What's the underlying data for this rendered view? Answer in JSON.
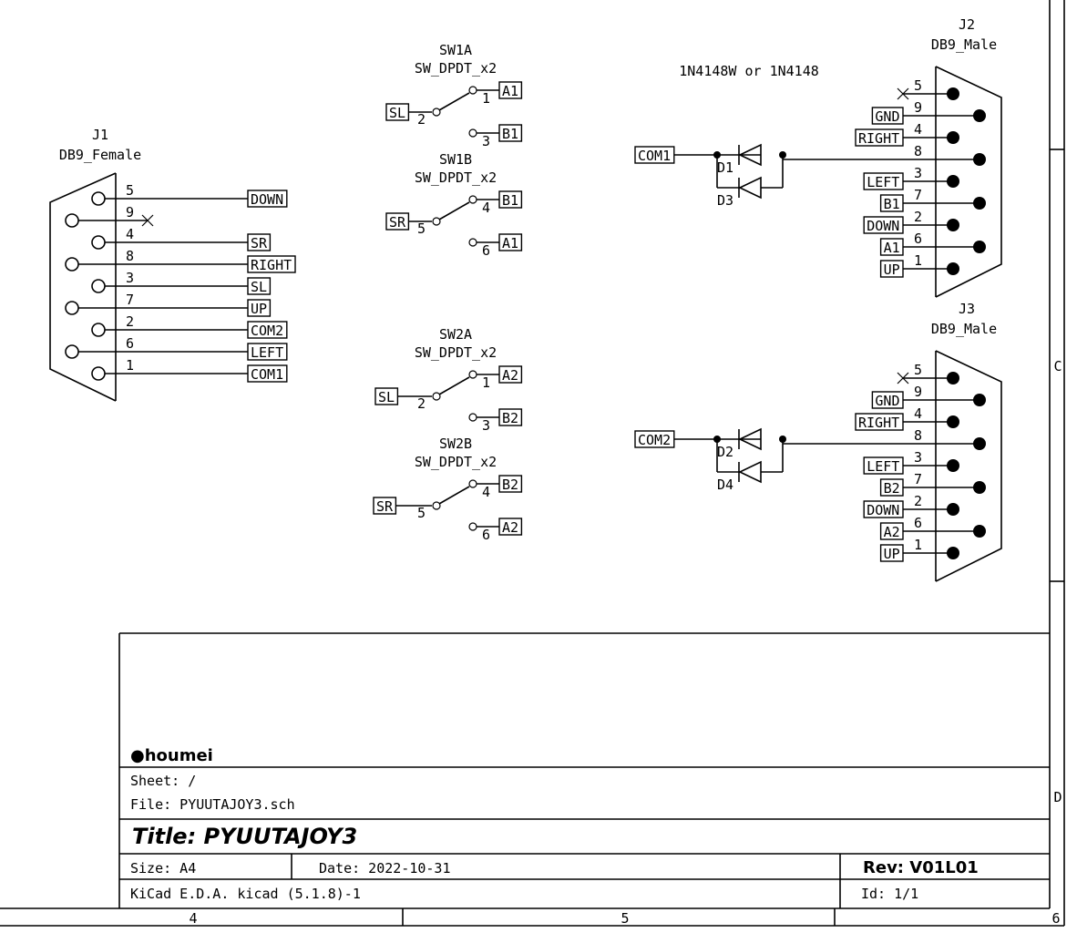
{
  "schematic": {
    "j1": {
      "ref": "J1",
      "value": "DB9_Female",
      "pins": [
        {
          "num": "5",
          "net": "DOWN"
        },
        {
          "num": "9",
          "net": null,
          "no_connect": true
        },
        {
          "num": "4",
          "net": "SR"
        },
        {
          "num": "8",
          "net": "RIGHT"
        },
        {
          "num": "3",
          "net": "SL"
        },
        {
          "num": "7",
          "net": "UP"
        },
        {
          "num": "2",
          "net": "COM2"
        },
        {
          "num": "6",
          "net": "LEFT"
        },
        {
          "num": "1",
          "net": "COM1"
        }
      ]
    },
    "switches": [
      {
        "ref": "SW1A",
        "value": "SW_DPDT_x2",
        "common": {
          "num": "2",
          "net": "SL"
        },
        "a": {
          "num": "1",
          "net": "A1"
        },
        "b": {
          "num": "3",
          "net": "B1"
        }
      },
      {
        "ref": "SW1B",
        "value": "SW_DPDT_x2",
        "common": {
          "num": "5",
          "net": "SR"
        },
        "a": {
          "num": "4",
          "net": "B1"
        },
        "b": {
          "num": "6",
          "net": "A1"
        }
      },
      {
        "ref": "SW2A",
        "value": "SW_DPDT_x2",
        "common": {
          "num": "2",
          "net": "SL"
        },
        "a": {
          "num": "1",
          "net": "A2"
        },
        "b": {
          "num": "3",
          "net": "B2"
        }
      },
      {
        "ref": "SW2B",
        "value": "SW_DPDT_x2",
        "common": {
          "num": "5",
          "net": "SR"
        },
        "a": {
          "num": "4",
          "net": "B2"
        },
        "b": {
          "num": "6",
          "net": "A2"
        }
      }
    ],
    "diode_note": "1N4148W or 1N4148",
    "diode_groups": [
      {
        "net": "COM1",
        "diodes": [
          "D1",
          "D3"
        ]
      },
      {
        "net": "COM2",
        "diodes": [
          "D2",
          "D4"
        ]
      }
    ],
    "j2": {
      "ref": "J2",
      "value": "DB9_Male",
      "pins": [
        {
          "num": "5",
          "net": null,
          "no_connect": true
        },
        {
          "num": "9",
          "net": "GND"
        },
        {
          "num": "4",
          "net": "RIGHT"
        },
        {
          "num": "8",
          "net": null
        },
        {
          "num": "3",
          "net": "LEFT"
        },
        {
          "num": "7",
          "net": "B1"
        },
        {
          "num": "2",
          "net": "DOWN"
        },
        {
          "num": "6",
          "net": "A1"
        },
        {
          "num": "1",
          "net": "UP"
        }
      ]
    },
    "j3": {
      "ref": "J3",
      "value": "DB9_Male",
      "pins": [
        {
          "num": "5",
          "net": null,
          "no_connect": true
        },
        {
          "num": "9",
          "net": "GND"
        },
        {
          "num": "4",
          "net": "RIGHT"
        },
        {
          "num": "8",
          "net": null
        },
        {
          "num": "3",
          "net": "LEFT"
        },
        {
          "num": "7",
          "net": "B2"
        },
        {
          "num": "2",
          "net": "DOWN"
        },
        {
          "num": "6",
          "net": "A2"
        },
        {
          "num": "1",
          "net": "UP"
        }
      ]
    }
  },
  "title_block": {
    "company": "●houmei",
    "sheet": "Sheet: /",
    "file": "File: PYUUTAJOY3.sch",
    "title": "Title: PYUUTAJOY3",
    "size": "Size: A4",
    "date": "Date: 2022-10-31",
    "rev": "Rev: V01L01",
    "tool": "KiCad E.D.A.  kicad (5.1.8)-1",
    "id": "Id: 1/1"
  },
  "border": {
    "col_labels": [
      "4",
      "5",
      "6"
    ],
    "row_labels": [
      "C",
      "D"
    ]
  }
}
